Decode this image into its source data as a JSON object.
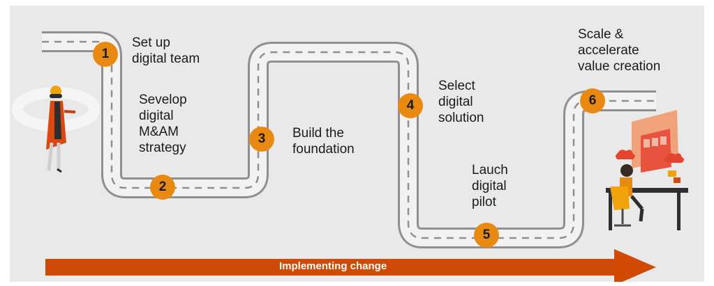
{
  "steps": [
    {
      "number": "1",
      "label": "Set up\ndigital team"
    },
    {
      "number": "2",
      "label": "Sevelop\ndigital\nM&AM\nstrategy"
    },
    {
      "number": "3",
      "label": "Build the\nfoundation"
    },
    {
      "number": "4",
      "label": "Select\ndigital\nsolution"
    },
    {
      "number": "5",
      "label": "Lauch\ndigital\npilot"
    },
    {
      "number": "6",
      "label": "Scale &\naccelerate\nvalue creation"
    }
  ],
  "arrow": {
    "label": "Implementing change"
  },
  "colors": {
    "background": "#e9e9e9",
    "road": "#8f8f8f",
    "road_surface": "#f2f2f2",
    "step_circle": "#e88a12",
    "arrow": "#d04a02"
  },
  "illustrations": {
    "left": "person-with-vr-headset-icon",
    "right": "person-at-computer-desk-icon"
  }
}
